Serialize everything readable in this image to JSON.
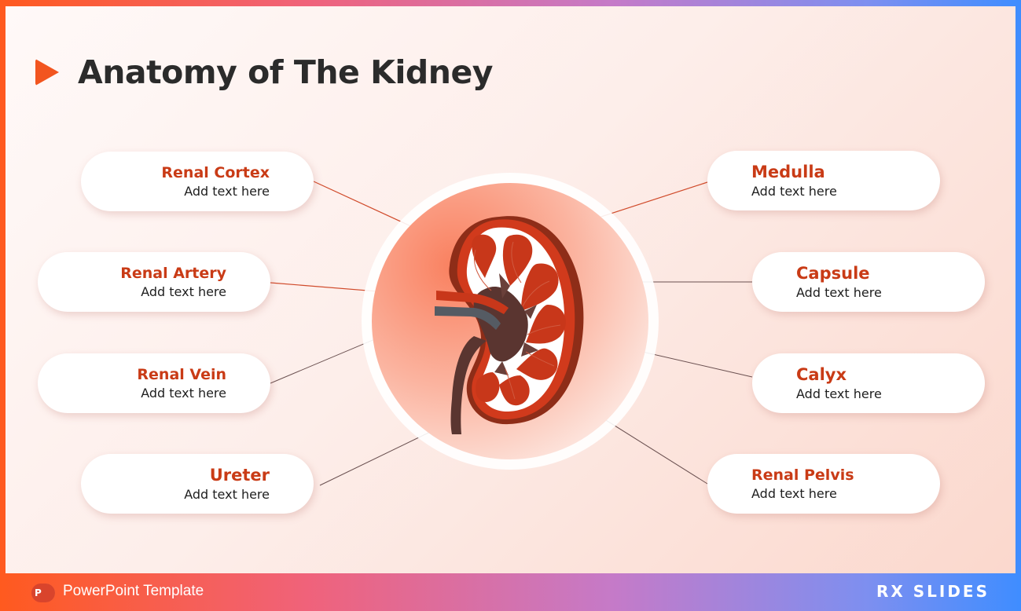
{
  "title": "Anatomy of The Kidney",
  "labels": {
    "renal_cortex": {
      "title": "Renal Cortex",
      "body": "Add text here"
    },
    "renal_artery": {
      "title": "Renal Artery",
      "body": "Add text here"
    },
    "renal_vein": {
      "title": "Renal Vein",
      "body": "Add text here"
    },
    "ureter": {
      "title": "Ureter",
      "body": "Add text here"
    },
    "medulla": {
      "title": "Medulla",
      "body": "Add text here"
    },
    "capsule": {
      "title": "Capsule",
      "body": "Add text here"
    },
    "calyx": {
      "title": "Calyx",
      "body": "Add text here"
    },
    "renal_pelvis": {
      "title": "Renal Pelvis",
      "body": "Add text here"
    }
  },
  "footer": {
    "template_label": "PowerPoint Template",
    "brand": "RX SLIDES",
    "ppt_icon_letter": "P"
  },
  "colors": {
    "accent": "#c93b16",
    "play_icon": "#f2551f",
    "kidney_red": "#c8371a",
    "kidney_dark": "#5a3530"
  }
}
